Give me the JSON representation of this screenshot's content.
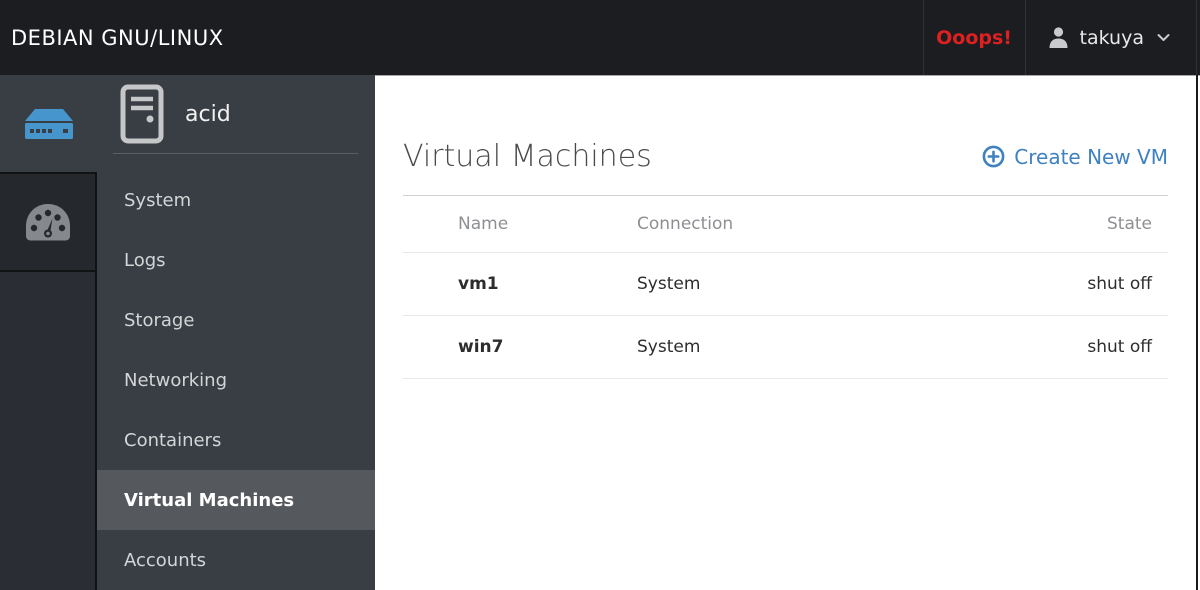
{
  "header": {
    "brand": "DEBIAN GNU/LINUX",
    "error_label": "Ooops!",
    "user_name": "takuya"
  },
  "sidebar": {
    "host_name": "acid",
    "items": [
      {
        "label": "System",
        "selected": false
      },
      {
        "label": "Logs",
        "selected": false
      },
      {
        "label": "Storage",
        "selected": false
      },
      {
        "label": "Networking",
        "selected": false
      },
      {
        "label": "Containers",
        "selected": false
      },
      {
        "label": "Virtual Machines",
        "selected": true
      },
      {
        "label": "Accounts",
        "selected": false
      }
    ]
  },
  "main": {
    "title": "Virtual Machines",
    "create_vm_label": "Create New VM",
    "table": {
      "columns": [
        "Name",
        "Connection",
        "State"
      ],
      "rows": [
        {
          "name": "vm1",
          "connection": "System",
          "state": "shut off"
        },
        {
          "name": "win7",
          "connection": "System",
          "state": "shut off"
        }
      ]
    }
  },
  "icons": {
    "host": "server-tray-icon",
    "dashboard": "gauge-icon",
    "machine": "server-tower-icon",
    "create": "circle-plus-icon",
    "user": "user-icon",
    "user_caret": "chevron-down-icon"
  },
  "colors": {
    "topbar_bg": "#1b1d21",
    "sidebar_bg": "#383e44",
    "selected_item_bg": "#55585d",
    "host_icon_blue": "#4695cc",
    "accent_blue": "#3f81c1",
    "error_red": "#df2020"
  }
}
